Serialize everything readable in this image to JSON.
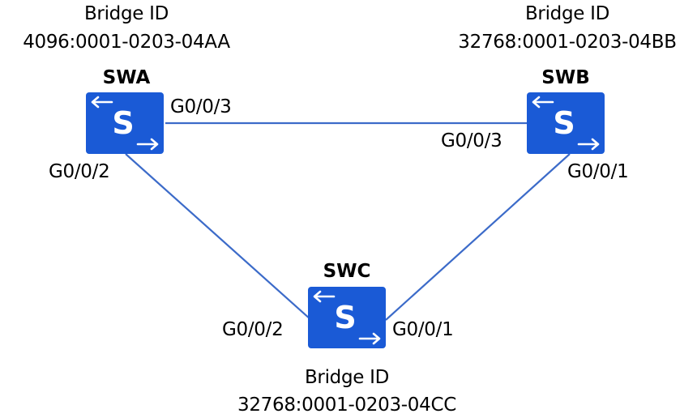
{
  "colors": {
    "switch_fill": "#1a5ad6",
    "switch_glyph": "#ffffff",
    "link": "#3c6bc9",
    "text": "#000000"
  },
  "icon": "switch-icon",
  "switches": {
    "swa": {
      "name": "SWA",
      "bridge_id_label": "Bridge ID",
      "bridge_id": "4096:0001-0203-04AA",
      "ports": {
        "to_swb": "G0/0/3",
        "to_swc": "G0/0/2"
      }
    },
    "swb": {
      "name": "SWB",
      "bridge_id_label": "Bridge ID",
      "bridge_id": "32768:0001-0203-04BB",
      "ports": {
        "to_swa": "G0/0/3",
        "to_swc": "G0/0/1"
      }
    },
    "swc": {
      "name": "SWC",
      "bridge_id_label": "Bridge ID",
      "bridge_id": "32768:0001-0203-04CC",
      "ports": {
        "to_swa": "G0/0/2",
        "to_swb": "G0/0/1"
      }
    }
  }
}
